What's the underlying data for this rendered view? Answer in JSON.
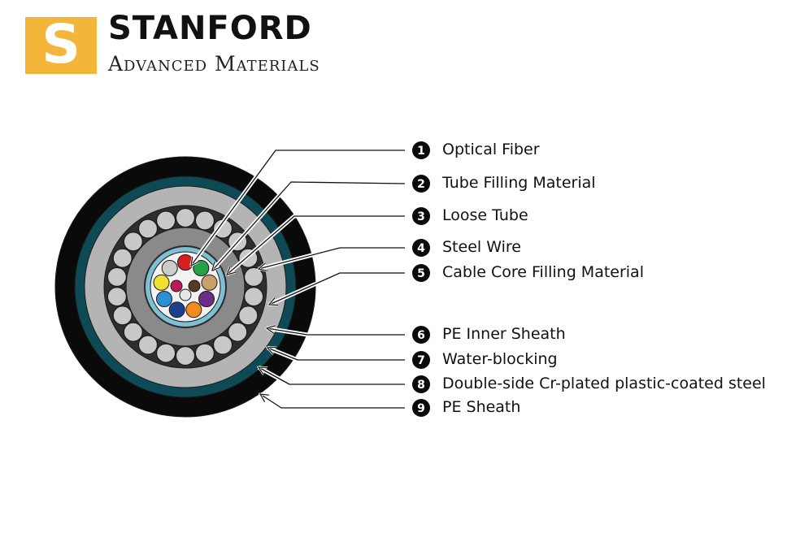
{
  "brand": {
    "logo_letter": "S",
    "name": "STANFORD",
    "subtitle": "Advanced Materials",
    "logo_color": "#f4b63a"
  },
  "components": [
    {
      "number": "1",
      "label": "Optical Fiber"
    },
    {
      "number": "2",
      "label": "Tube Filling Material"
    },
    {
      "number": "3",
      "label": "Loose Tube"
    },
    {
      "number": "4",
      "label": "Steel Wire"
    },
    {
      "number": "5",
      "label": "Cable Core Filling Material"
    },
    {
      "number": "6",
      "label": "PE Inner Sheath"
    },
    {
      "number": "7",
      "label": "Water-blocking"
    },
    {
      "number": "8",
      "label": "Double-side Cr-plated plastic-coated steel"
    },
    {
      "number": "9",
      "label": "PE Sheath"
    }
  ],
  "colors": {
    "pe_sheath": "#0a0a0a",
    "steel_tape": "#0e4a55",
    "water_blocking": "#b4b4b4",
    "inner_sheath": "#2e2e2e",
    "steel_wire": "#c8c8c8",
    "core_filling": "#8a8a8a",
    "tube_ring": "#7fbfd4",
    "tube_gel": "#f2f2f2"
  },
  "fiber_colors": [
    "#d42020",
    "#26a34a",
    "#c9a06b",
    "#6b2d86",
    "#f28a1c",
    "#1d3f8f",
    "#2b8fd6",
    "#f2e030",
    "#cccccc",
    "#c2185b",
    "#5a3a1e",
    "#e6e6e6"
  ]
}
